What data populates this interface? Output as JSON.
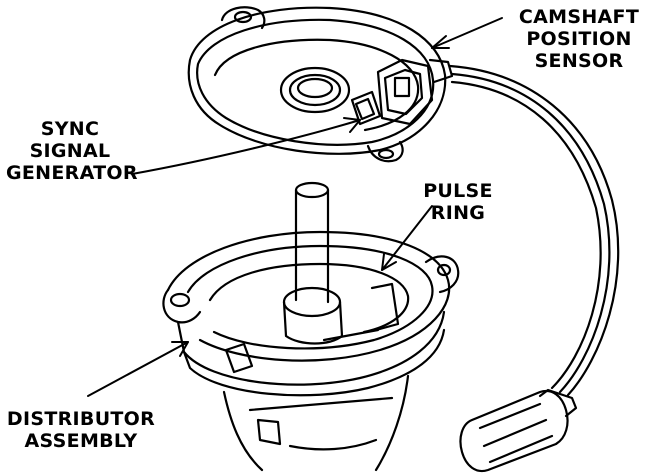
{
  "labels": {
    "camshaft_sensor": [
      "CAMSHAFT",
      "POSITION",
      "SENSOR"
    ],
    "sync_generator": [
      "SYNC",
      "SIGNAL",
      "GENERATOR"
    ],
    "pulse_ring": [
      "PULSE",
      "RING"
    ],
    "distributor": [
      "DISTRIBUTOR",
      "ASSEMBLY"
    ]
  },
  "colors": {
    "ink": "#000000",
    "paper": "#ffffff"
  }
}
